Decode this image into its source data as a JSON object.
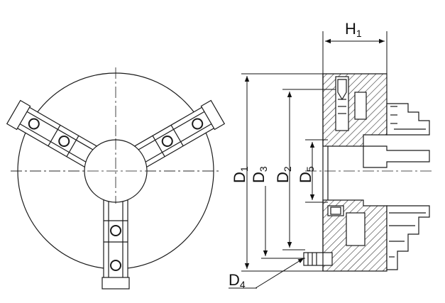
{
  "labels": {
    "h1": {
      "main": "H",
      "sub": "1"
    },
    "d1": {
      "main": "D",
      "sub": "1"
    },
    "d3": {
      "main": "D",
      "sub": "3"
    },
    "d2": {
      "main": "D",
      "sub": "2"
    },
    "d5": {
      "main": "D",
      "sub": "5"
    },
    "d4": {
      "main": "D",
      "sub": "4"
    }
  },
  "colors": {
    "line": "#1a1a1a",
    "hatch": "#333333",
    "paper": "#ffffff"
  }
}
